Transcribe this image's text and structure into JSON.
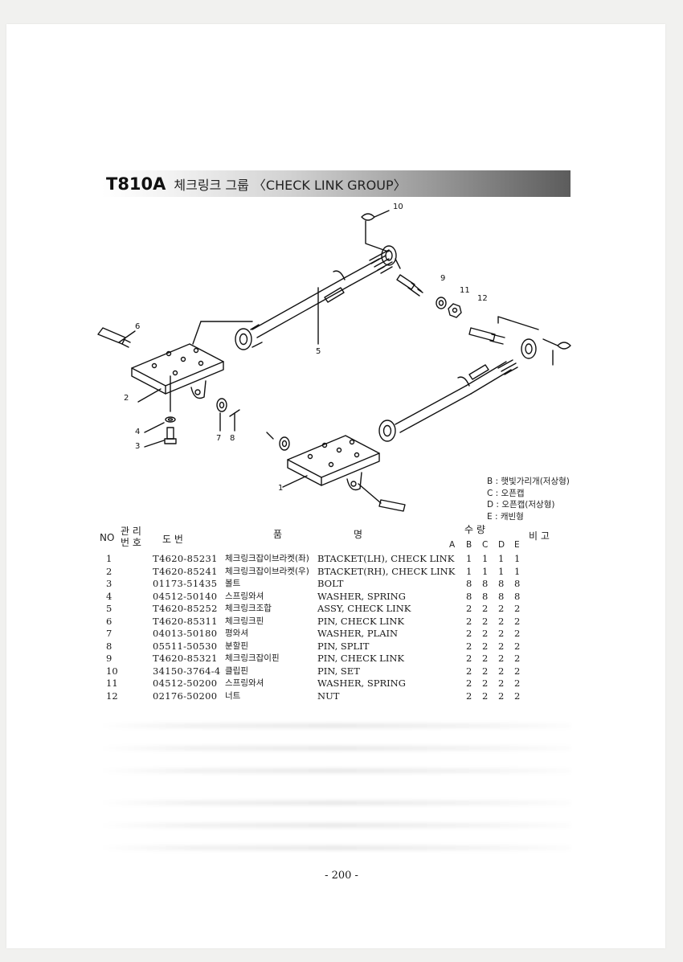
{
  "header": {
    "code": "T810A",
    "title": "체크링크 그룹 〈CHECK LINK GROUP〉"
  },
  "callouts": [
    "10",
    "9",
    "11",
    "12",
    "6",
    "5",
    "2",
    "4",
    "3",
    "7",
    "8",
    "1"
  ],
  "legend": [
    "B : 햇빛가리개(저상형)",
    "C : 오픈캡",
    "D : 오픈캡(저상형)",
    "E : 캐빈형"
  ],
  "table": {
    "headers": {
      "no": "NO",
      "mgmt_top": "관 리",
      "mgmt_bottom": "번 호",
      "drawing": "도   번",
      "name_a": "품",
      "name_b": "명",
      "qty": "수      량",
      "remarks": "비 고",
      "a": "A",
      "b": "B",
      "c": "C",
      "d": "D",
      "e": "E"
    },
    "rows": [
      {
        "no": "1",
        "part": "T4620-85231",
        "kor": "체크링크잡이브라켓(좌)",
        "eng": "BTACKET(LH), CHECK LINK",
        "b": "1",
        "c": "1",
        "d": "1",
        "e": "1"
      },
      {
        "no": "2",
        "part": "T4620-85241",
        "kor": "체크링크잡이브라켓(우)",
        "eng": "BTACKET(RH), CHECK LINK",
        "b": "1",
        "c": "1",
        "d": "1",
        "e": "1"
      },
      {
        "no": "3",
        "part": "01173-51435",
        "kor": "볼트",
        "eng": "BOLT",
        "b": "8",
        "c": "8",
        "d": "8",
        "e": "8"
      },
      {
        "no": "4",
        "part": "04512-50140",
        "kor": "스프링와셔",
        "eng": "WASHER, SPRING",
        "b": "8",
        "c": "8",
        "d": "8",
        "e": "8"
      },
      {
        "no": "5",
        "part": "T4620-85252",
        "kor": "체크링크조합",
        "eng": "ASSY, CHECK LINK",
        "b": "2",
        "c": "2",
        "d": "2",
        "e": "2"
      },
      {
        "no": "6",
        "part": "T4620-85311",
        "kor": "체크링크핀",
        "eng": "PIN, CHECK LINK",
        "b": "2",
        "c": "2",
        "d": "2",
        "e": "2"
      },
      {
        "no": "7",
        "part": "04013-50180",
        "kor": "평와셔",
        "eng": "WASHER, PLAIN",
        "b": "2",
        "c": "2",
        "d": "2",
        "e": "2"
      },
      {
        "no": "8",
        "part": "05511-50530",
        "kor": "분할핀",
        "eng": "PIN, SPLIT",
        "b": "2",
        "c": "2",
        "d": "2",
        "e": "2"
      },
      {
        "no": "9",
        "part": "T4620-85321",
        "kor": "체크링크잡이핀",
        "eng": "PIN, CHECK LINK",
        "b": "2",
        "c": "2",
        "d": "2",
        "e": "2"
      },
      {
        "no": "10",
        "part": "34150-3764-4",
        "kor": "클립핀",
        "eng": "PIN, SET",
        "b": "2",
        "c": "2",
        "d": "2",
        "e": "2"
      },
      {
        "no": "11",
        "part": "04512-50200",
        "kor": "스프링와셔",
        "eng": "WASHER, SPRING",
        "b": "2",
        "c": "2",
        "d": "2",
        "e": "2"
      },
      {
        "no": "12",
        "part": "02176-50200",
        "kor": "너트",
        "eng": "NUT",
        "b": "2",
        "c": "2",
        "d": "2",
        "e": "2"
      }
    ]
  },
  "footer": {
    "page": "- 200 -"
  }
}
